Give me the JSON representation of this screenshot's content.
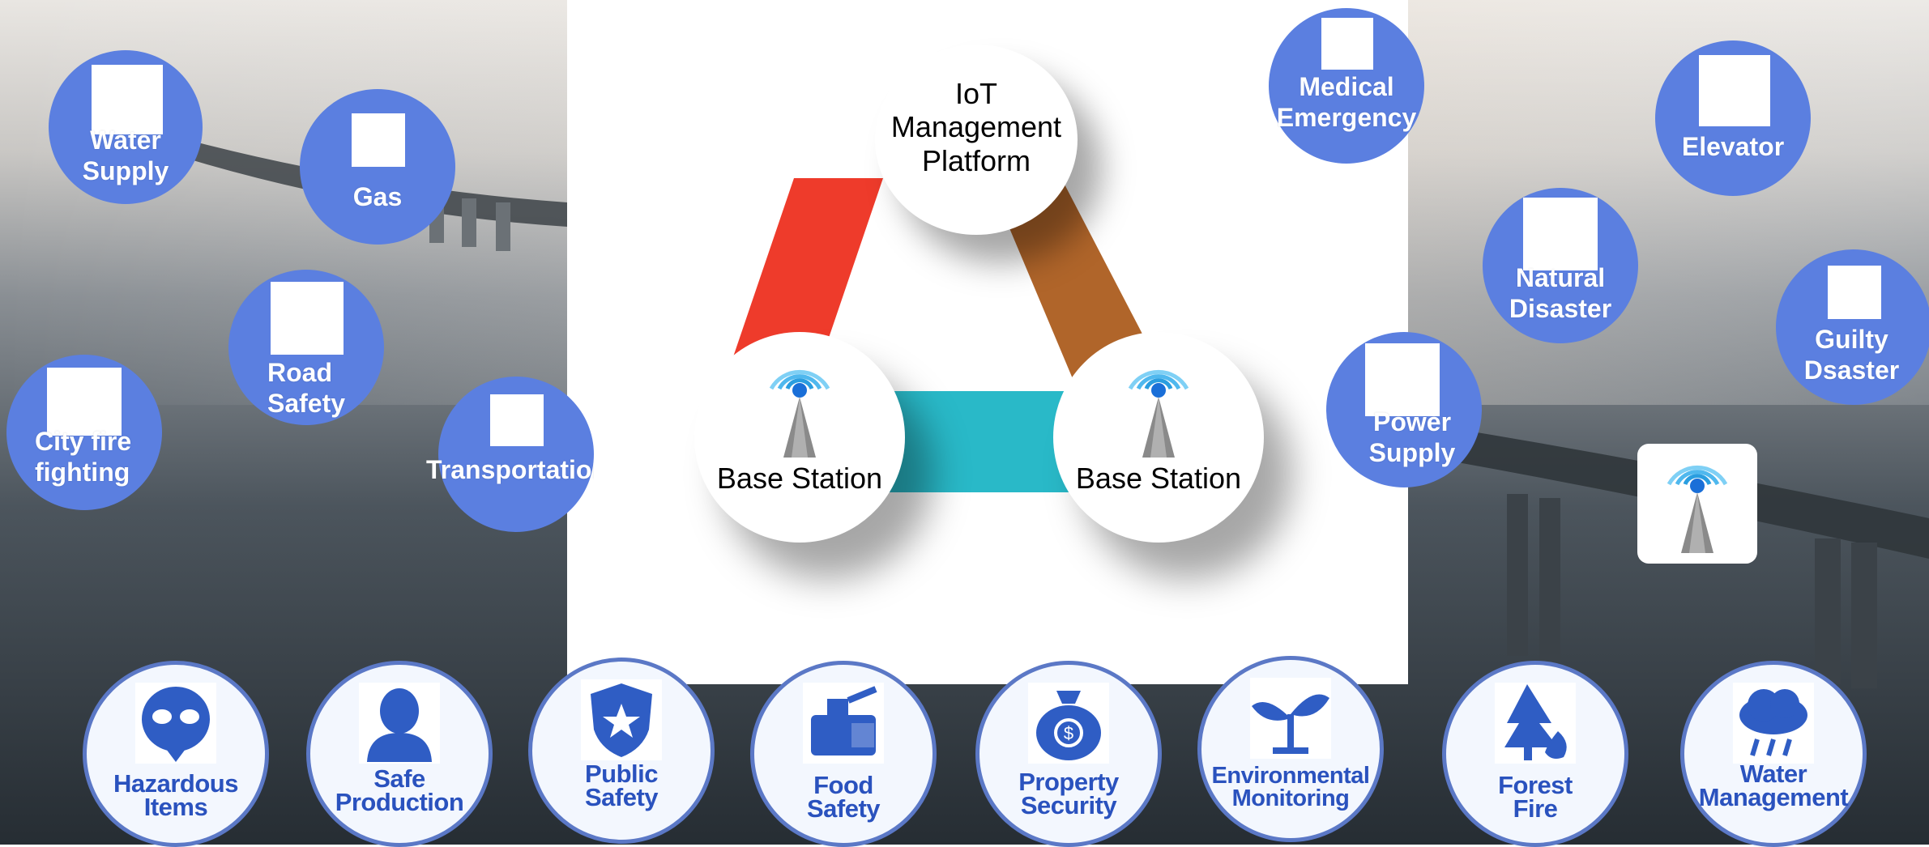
{
  "center": {
    "platform_label": "IoT\nManagement\nPlatform",
    "base_station_left": "Base Station",
    "base_station_right": "Base Station"
  },
  "bubbles": [
    {
      "id": "water-supply",
      "label": "Water\nSupply"
    },
    {
      "id": "gas",
      "label": "Gas"
    },
    {
      "id": "road-safety",
      "label": "Road\nSafety"
    },
    {
      "id": "city-fire",
      "label": "City fire\nfighting"
    },
    {
      "id": "transportation",
      "label": "Transportation"
    },
    {
      "id": "medical",
      "label": "Medical\nEmergency"
    },
    {
      "id": "elevator",
      "label": "Elevator"
    },
    {
      "id": "natural-disaster",
      "label": "Natural\nDisaster"
    },
    {
      "id": "guilty-disaster",
      "label": "Guilty\nDsaster"
    },
    {
      "id": "power-supply",
      "label": "Power\nSupply"
    }
  ],
  "cards": [
    {
      "id": "hazardous-items",
      "label": "Hazardous\nItems",
      "icon": "alien-face-icon"
    },
    {
      "id": "safe-production",
      "label": "Safe\nProduction",
      "icon": "worker-icon"
    },
    {
      "id": "public-safety",
      "label": "Public\nSafety",
      "icon": "police-badge-icon"
    },
    {
      "id": "food-safety",
      "label": "Food\nSafety",
      "icon": "cooking-pot-icon"
    },
    {
      "id": "property-security",
      "label": "Property\nSecurity",
      "icon": "money-bag-icon"
    },
    {
      "id": "environmental-monitoring",
      "label": "Environmental\nMonitoring",
      "icon": "sprout-icon"
    },
    {
      "id": "forest-fire",
      "label": "Forest\nFire",
      "icon": "tree-fire-icon"
    },
    {
      "id": "water-management",
      "label": "Water\nManagement",
      "icon": "rain-cloud-icon"
    }
  ],
  "colors": {
    "bubble": "#5b7fe0",
    "card_text": "#2a52be",
    "band_left": "#ee3b2b",
    "band_right": "#b0652a",
    "band_bottom": "#29b9c8"
  }
}
